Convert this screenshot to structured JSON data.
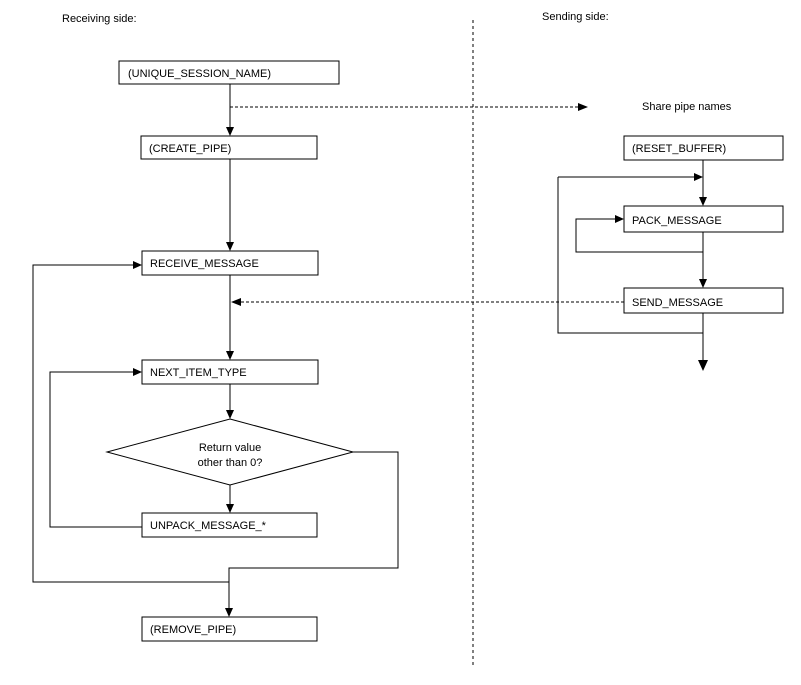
{
  "diagram": {
    "receiving_side_label": "Receiving side:",
    "sending_side_label": "Sending side:",
    "share_pipe_label": "Share pipe names",
    "boxes": {
      "unique_session_name": "(UNIQUE_SESSION_NAME)",
      "create_pipe": "(CREATE_PIPE)",
      "receive_message": "RECEIVE_MESSAGE",
      "next_item_type": "NEXT_ITEM_TYPE",
      "unpack_message": "UNPACK_MESSAGE_*",
      "remove_pipe": "(REMOVE_PIPE)",
      "reset_buffer": "(RESET_BUFFER)",
      "pack_message": "PACK_MESSAGE",
      "send_message": "SEND_MESSAGE"
    },
    "decision": {
      "line1": "Return value",
      "line2": "other than 0?"
    },
    "colors": {
      "line": "#000000",
      "background": "#ffffff",
      "text": "#000000"
    }
  }
}
